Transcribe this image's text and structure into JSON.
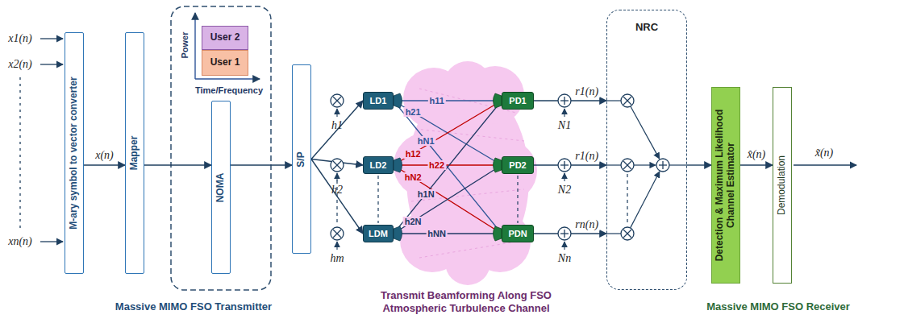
{
  "diagram": {
    "nodes": [
      {
        "text": [
          "M-ary symbol to vector converter"
        ]
      },
      {
        "text": [
          "Mapper"
        ]
      },
      {
        "text": [
          "User 2"
        ]
      },
      {
        "text": [
          "User 1"
        ]
      },
      {
        "text": [
          "NOMA"
        ]
      },
      {
        "text": [
          "S/P"
        ]
      },
      {
        "text": [
          "LD1"
        ]
      },
      {
        "text": [
          "LD2"
        ]
      },
      {
        "text": [
          "LDM"
        ]
      },
      {
        "text": [
          "PD1"
        ]
      },
      {
        "text": [
          "PD2"
        ]
      },
      {
        "text": [
          "PDN"
        ]
      },
      {
        "text": [
          "NRC"
        ]
      },
      {
        "text": [
          "Detection & Maximum Likelihood Channel Estimator"
        ]
      },
      {
        "text": [
          "Demodulation"
        ]
      }
    ],
    "edges": [
      {
        "from": 0,
        "to": 1,
        "arrow": "to",
        "label": "x(n)"
      },
      {
        "from": 1,
        "to": 4,
        "arrow": "to"
      },
      {
        "from": 4,
        "to": 5,
        "arrow": "to"
      },
      {
        "from": 5,
        "to": 6,
        "arrow": "to"
      },
      {
        "from": 5,
        "to": 7,
        "arrow": "to"
      },
      {
        "from": 5,
        "to": 8,
        "arrow": "to"
      },
      {
        "from": 6,
        "to": 9,
        "arrow": "none",
        "label": "h11"
      },
      {
        "from": 6,
        "to": 10,
        "arrow": "none",
        "label": "h21"
      },
      {
        "from": 6,
        "to": 11,
        "arrow": "none",
        "label": "hN1"
      },
      {
        "from": 7,
        "to": 9,
        "arrow": "none",
        "label": "h12"
      },
      {
        "from": 7,
        "to": 10,
        "arrow": "none",
        "label": "h22"
      },
      {
        "from": 7,
        "to": 11,
        "arrow": "none",
        "label": "hN2"
      },
      {
        "from": 8,
        "to": 9,
        "arrow": "none",
        "label": "h1N"
      },
      {
        "from": 8,
        "to": 10,
        "arrow": "none",
        "label": "h2N"
      },
      {
        "from": 8,
        "to": 11,
        "arrow": "none",
        "label": "hNN"
      },
      {
        "from": 9,
        "to": 12,
        "arrow": "to",
        "label": "r1(n)"
      },
      {
        "from": 10,
        "to": 12,
        "arrow": "to",
        "label": "r1(n)"
      },
      {
        "from": 11,
        "to": 12,
        "arrow": "to",
        "label": "rn(n)"
      },
      {
        "from": 12,
        "to": 13,
        "arrow": "to"
      },
      {
        "from": 13,
        "to": 14,
        "arrow": "to",
        "label": "x̂(n)"
      }
    ],
    "labels": [
      "x1(n)",
      "x2(n)",
      "xn(n)",
      "Power",
      "Time/Frequency",
      "h1",
      "h2",
      "hm",
      "N1",
      "N2",
      "Nn",
      "x̃(n)",
      "Massive MIMO FSO Transmitter",
      "Transmit Beamforming Along FSO Atmospheric Turbulence Channel",
      "Massive MIMO FSO Receiver"
    ]
  }
}
